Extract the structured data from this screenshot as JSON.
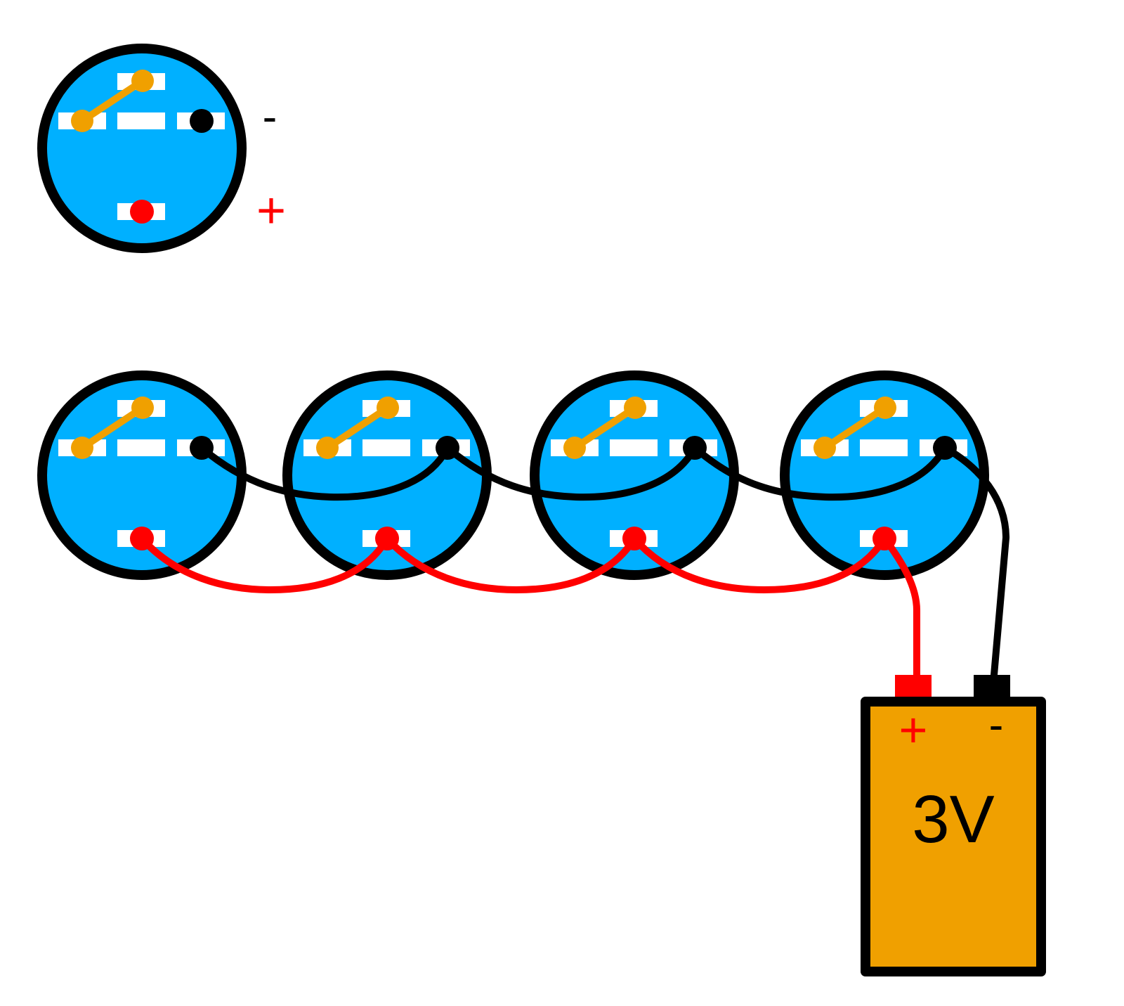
{
  "legend": {
    "minus_label": "-",
    "plus_label": "+"
  },
  "modules": [
    {
      "id": "module-1"
    },
    {
      "id": "module-2"
    },
    {
      "id": "module-3"
    },
    {
      "id": "module-4"
    }
  ],
  "battery": {
    "voltage_label": "3V",
    "plus_label": "+",
    "minus_label": "-"
  },
  "colors": {
    "module_fill": "#00b0ff",
    "outline": "#000000",
    "switch": "#f0a000",
    "negative_wire": "#000000",
    "positive_wire": "#ff0000",
    "battery_fill": "#f0a000",
    "pad": "#ffffff"
  }
}
